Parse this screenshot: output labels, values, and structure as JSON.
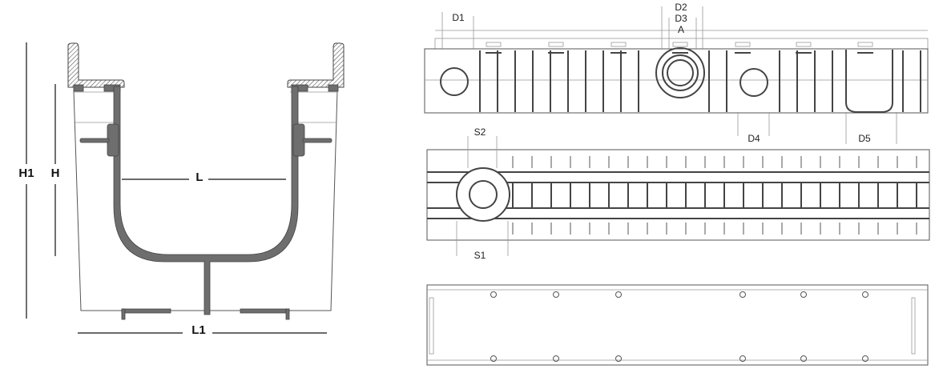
{
  "cross_section": {
    "labels": {
      "H1": "H1",
      "H": "H",
      "L": "L",
      "L1": "L1"
    }
  },
  "side_view": {
    "labels": {
      "D1": "D1",
      "D2": "D2",
      "D3": "D3",
      "A": "A",
      "D4": "D4",
      "D5": "D5"
    }
  },
  "top_view": {
    "labels": {
      "S2": "S2",
      "S1": "S1"
    }
  },
  "bottom_view": {}
}
